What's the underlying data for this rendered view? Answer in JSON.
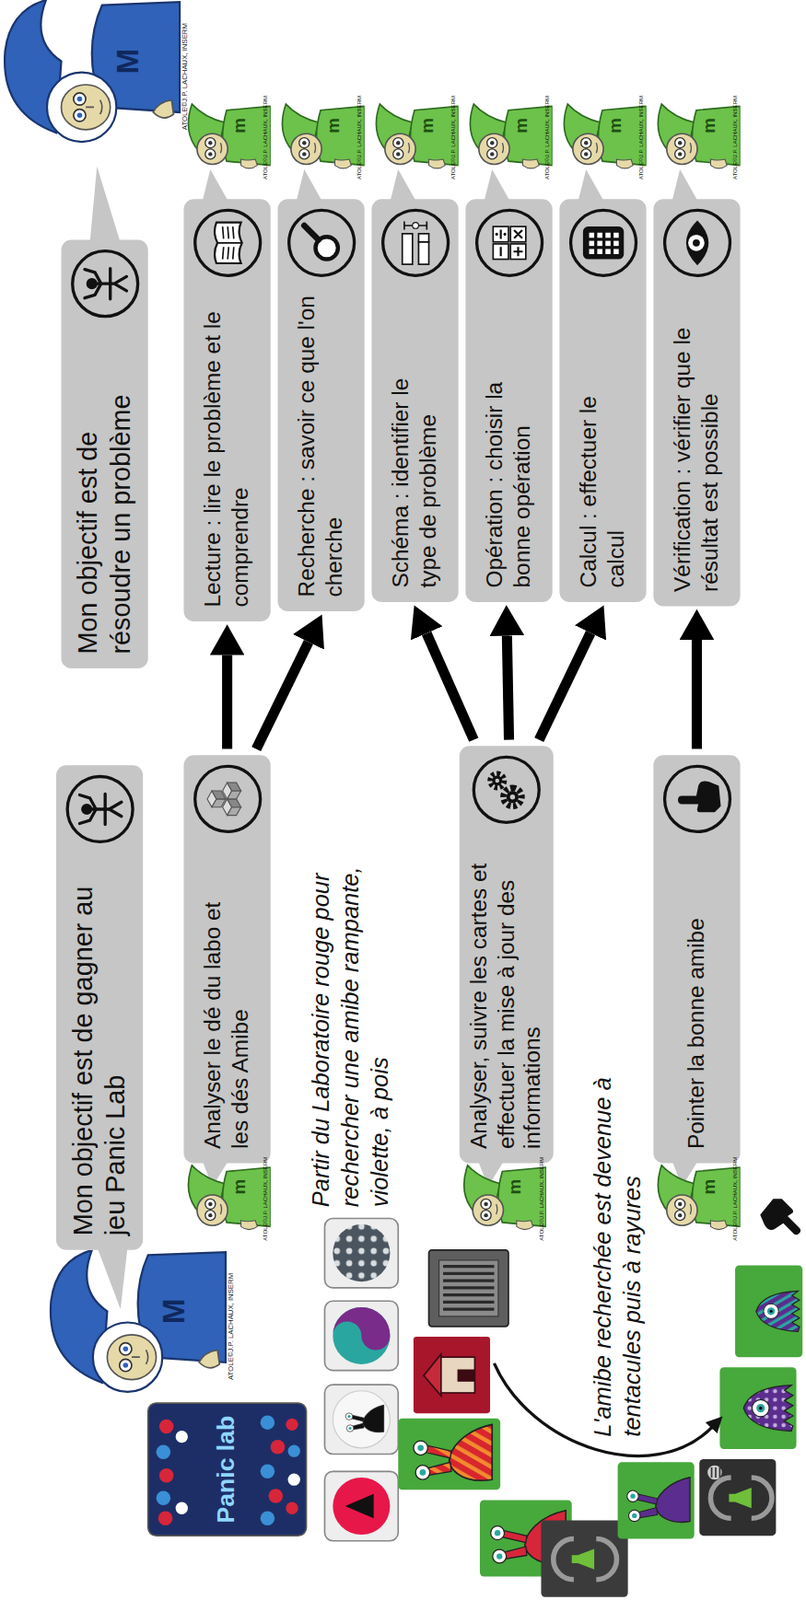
{
  "diagram": {
    "nodes": [
      {
        "text": [
          "Mon objectif est de gagner au jeu Panic Lab"
        ]
      },
      {
        "text": [
          "Analyser le dé du labo et les dés Amibe"
        ]
      },
      {
        "text": [
          "Analyser, suivre les cartes et effectuer la mise à jour des informations"
        ]
      },
      {
        "text": [
          "Pointer la bonne amibe"
        ]
      },
      {
        "text": [
          "Mon objectif est de résoudre un problème"
        ]
      },
      {
        "text": [
          "Lecture : lire le problème et le comprendre"
        ]
      },
      {
        "text": [
          "Recherche : savoir ce que l'on cherche"
        ]
      },
      {
        "text": [
          "Schéma : identifier le type de problème"
        ]
      },
      {
        "text": [
          "Opération : choisir la bonne opération"
        ]
      },
      {
        "text": [
          "Calcul : effectuer le calcul"
        ]
      },
      {
        "text": [
          "Vérification : vérifier que le résultat est possible"
        ]
      }
    ],
    "edges": [
      {
        "from": 1,
        "to": 5,
        "arrow": "to"
      },
      {
        "from": 1,
        "to": 6,
        "arrow": "to"
      },
      {
        "from": 2,
        "to": 7,
        "arrow": "to"
      },
      {
        "from": 2,
        "to": 8,
        "arrow": "to"
      },
      {
        "from": 2,
        "to": 9,
        "arrow": "to"
      },
      {
        "from": 3,
        "to": 10,
        "arrow": "to"
      }
    ],
    "labels": [
      "Partir du Laboratoire rouge pour rechercher une amibe rampante, violette, à pois",
      "L'amibe recherchée est devenue à tentacules puis à rayures",
      "Panic lab",
      "ATOLE©J.P. LACHAUX, INSERM",
      "M",
      "ATOLE©J.P. LACHAUX, INSERM",
      "m",
      "ATOLE©J.P. LACHAUX, INSERM",
      "m",
      "ATOLE©J.P. LACHAUX, INSERM",
      "m",
      "ATOLE©J.P. LACHAUX, INSERM",
      "M",
      "ATOLE©J.P. LACHAUX, INSERM",
      "m",
      "ATOLE©J.P. LACHAUX, INSERM",
      "m",
      "ATOLE©J.P. LACHAUX, INSERM",
      "m",
      "ATOLE©J.P. LACHAUX, INSERM",
      "m",
      "ATOLE©J.P. LACHAUX, INSERM",
      "m",
      "ATOLE©J.P. LACHAUX, INSERM",
      "m"
    ]
  }
}
